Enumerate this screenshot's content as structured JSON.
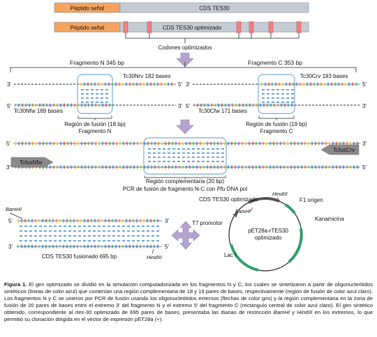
{
  "top_bars": {
    "bar1_peptide": "Péptido señal",
    "bar1_cds": "CDS TES30",
    "bar2_peptide": "Péptido señal",
    "bar2_cds": "CDS TES30 optimizado",
    "codons_label": "Codones optimizados"
  },
  "fragments": {
    "n_title": "Fragmento N  345 bp",
    "c_title": "Fragmento C  353 bp",
    "n_rv": "Tc30Nrv 182 bases",
    "n_fw": "Tc30Nfw 189 bases",
    "c_rv": "Tc30Crv 193 bases",
    "c_fw": "Tc30Cfw 171 bases",
    "n_fusion_1": "Región de fusión (18 bp)",
    "n_fusion_2": "Fragmento N",
    "c_fusion_1": "Región de fusión (19 bp)",
    "c_fusion_2": "Fragmento C",
    "end_3": "3'",
    "end_5": "5'"
  },
  "pcr": {
    "primer_fw": "TcfusNfw",
    "primer_rv": "TcfusCrv",
    "complementary": "Región complementaria (20 bp)",
    "pcr_text_a": "PCR de fusión de fragmento N-C con ",
    "pcr_text_b": "Pfu",
    "pcr_text_c": " DNA pol"
  },
  "fused": {
    "bamhi": "BamHI",
    "hindiii": "HindIII",
    "label": "CDS TES30 fusionado 695 bp"
  },
  "plasmid": {
    "name_1": "pET28a-rTES30",
    "name_2": "optimizado",
    "cds": "CDS TES30 optimizado",
    "hindiii": "HindIII",
    "bamhi": "BamHI",
    "f1": "F1 origen",
    "t7": "T7 promotor",
    "kan": "Kanamicina",
    "lac": "Lac I"
  },
  "caption": {
    "p1": "Figura 1.",
    "p2": " El gen optimizado se dividió en la simulación computadorizada en los fragmentos N y C, los cuales se sintetizaron a partir de oligonucleótidos sintéticos (líneas de color azul) que contenían una región complementaria de 18 y 19 pares de bases, respectivamente (región de fusión de color azul claro). Los fragmentos N y C se unieron por PCR de fusión usando los oligonucleótidos externos (flechas de color gris) y la región complementaria en la zona de fusión de 20 pares de bases entre el extremo 3' del fragmento N y el extremo 5' del fragmento C (rectángulo central de color azul claro). El gen sintético obtenido, correspondiente al ",
    "p3": "rtes-30",
    "p4": " optimizado de 695 pares de bases, presentaba las dianas de restricción ",
    "p5": "BamHI",
    "p6": " y ",
    "p7": "HindIII",
    "p8": " en los extremos, lo que permitió su clonación dirigida en el vector de expresión pET28a (+)."
  },
  "colors": {
    "signal_peptide": "#f4a460",
    "cds_bar": "#c6ccd6",
    "codon_mark": "#f08080",
    "fusion_box": "#8fb8de",
    "oligo_dash": "#4a90c8",
    "primer_gray": "#8a8a8a",
    "process_arrow": "#b4a4d0",
    "plasmid_green": "#2e9e6a",
    "plasmid_dark": "#555555",
    "restriction_red": "#8b1a1a"
  }
}
